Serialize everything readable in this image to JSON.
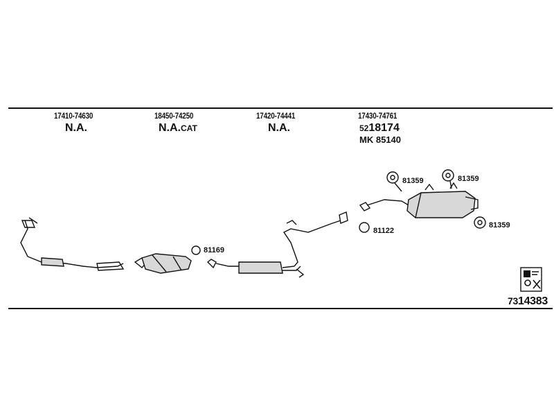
{
  "header": {
    "columns": [
      {
        "part_number": "17410-74630",
        "status": "N.A.",
        "status_suffix": ""
      },
      {
        "part_number": "18450-74250",
        "status": "N.A.",
        "status_suffix": "CAT"
      },
      {
        "part_number": "17420-74441",
        "status": "N.A.",
        "status_suffix": ""
      },
      {
        "part_number": "17430-74761",
        "ref_prefix": "52",
        "ref_number": "18174",
        "mk_prefix": "MK",
        "mk_number": "85140"
      }
    ]
  },
  "callouts": {
    "gasket_front": "81169",
    "gasket_mid": "81122",
    "hanger_left": "81359",
    "hanger_right": "81359",
    "hanger_rear": "81359"
  },
  "footer": {
    "diagram_prefix": "73",
    "diagram_number": "14383",
    "logo_icon": "fitting-instructions-icon"
  }
}
